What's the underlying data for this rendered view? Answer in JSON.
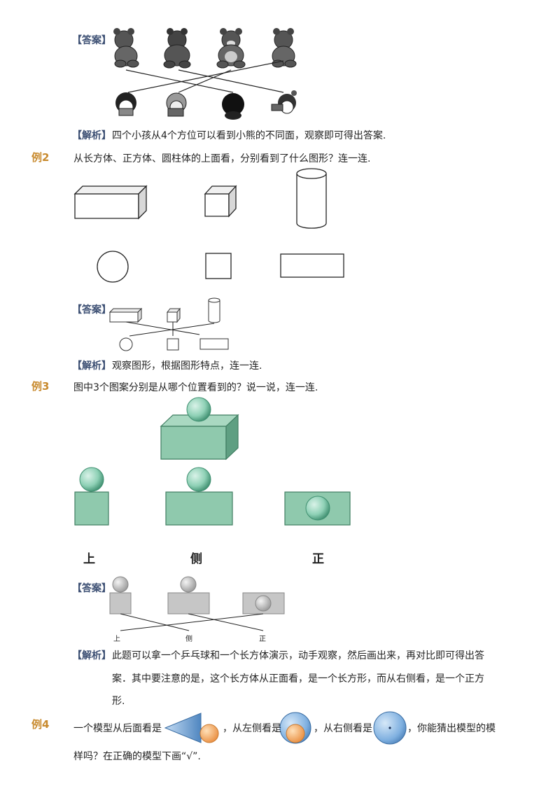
{
  "answer_tag": "【答案】",
  "analysis_tag": "【解析】",
  "ex1": {
    "analysis": "四个小孩从4个方位可以看到小熊的不同面，观察即可得出答案."
  },
  "ex2": {
    "label": "例2",
    "question": "从长方体、正方体、圆柱体的上面看，分别看到了什么图形？连一连.",
    "analysis": "观察图形，根据图形特点，连一连."
  },
  "ex3": {
    "label": "例3",
    "question": "图中3个图案分别是从哪个位置看到的？说一说，连一连.",
    "dirs": [
      "上",
      "侧",
      "正"
    ],
    "answer_dirs": [
      "上",
      "侧",
      "正"
    ],
    "analysis_line1": "此题可以拿一个乒乓球和一个长方体演示，动手观察，然后画出来，再对比即可得出答",
    "analysis_line2": "案．其中要注意的是，这个长方体从正面看，是一个长方形，而从右侧看，是一个正方",
    "analysis_line3": "形."
  },
  "ex4": {
    "label": "例4",
    "part1": "一个模型从后面看是",
    "part2": "，从左侧看是",
    "part3": "，从右侧看是",
    "part4": "，你能猜出模型的模",
    "line2": "样吗？在正确的模型下画“√”."
  },
  "colors": {
    "green": "#8fc9ad",
    "green_edge": "#3f7d61",
    "tag": "#3c4f73",
    "example": "#c88a2e",
    "blue": "#7fb0e0",
    "orange": "#f2a35a"
  }
}
